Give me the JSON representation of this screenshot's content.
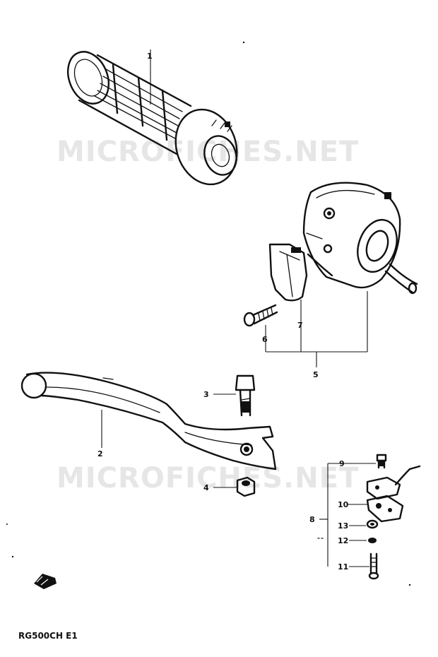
{
  "watermark": {
    "text": "MICROFICHES.NET",
    "color": "#e6e6e6"
  },
  "diagram_code": "RG500CH E1",
  "callouts": {
    "grip": "1",
    "lever": "2",
    "lever_bolt": "3",
    "lever_nut": "4",
    "switch_assembly": "5",
    "switch_screw": "6",
    "switch_clamp": "7",
    "holder_set": "8",
    "holder_screw": "9",
    "lever_holder": "10",
    "holder_bolt": "11",
    "washer": "12",
    "holder_nut": "13"
  },
  "colors": {
    "ink": "#111111",
    "paper": "#ffffff"
  }
}
